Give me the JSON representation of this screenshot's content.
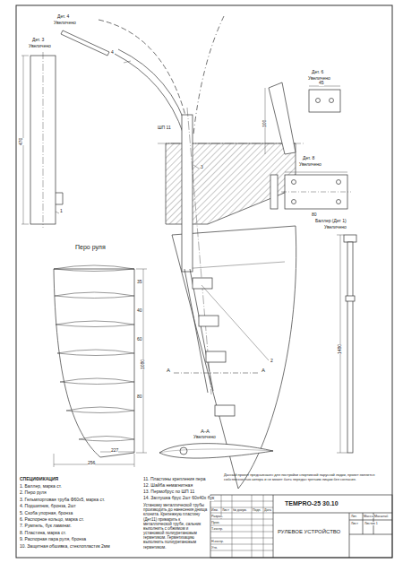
{
  "diagram": {
    "labels": [
      "Дет. 4",
      "Увеличено",
      "Дет. 3",
      "Увеличено",
      "470",
      "1",
      "4",
      "Перо руля",
      "1080",
      "256",
      "227",
      "35",
      "40",
      "60",
      "80",
      "ШП 11",
      "3",
      "2",
      "A",
      "A",
      "А-А",
      "Увеличено",
      "Дет. 6",
      "Увеличено",
      "100",
      "45",
      "Дет. 8",
      "Увеличено",
      "80",
      "Баллер (Дет 1)",
      "Увеличено",
      "1480",
      "СПЕЦИФИКАЦИЯ",
      "1. Баллер, марка ст.",
      "2. Перо руля",
      "3. Гельмпортовая труба Ф60х5, марка ст.",
      "4. Подшипник, бронза, 2шт",
      "5. Скоба упорная, бронза",
      "6. Распорное кольцо, марка ст.",
      "7. Румпель, бук ламинат.",
      "8. Пластина, марка ст.",
      "9. Распорная пара руля, бронза",
      "10. Защитная обшивка, стеклопластик 2мм",
      "11. Пластины крепления пера",
      "12. Шайба немагнитная",
      "13. Пермобрус по ШП 11",
      "14. Заглушка брус 2шт 60х40х бук",
      "Установку металлической трубы производить до нанесения днища клонита. Крепежную пластину (Дет11) приварить к металлической трубе, сальник выполнить с обжимом и установкой полиуретановым герметиком. Герметизацию выполнить полиуретановым герметиком.",
      "Данный проект предназначен для постройки спортивной парусной лодки, проект является собственностью автора и не может быть передан третьим лицам без согласия.",
      "TEMPRO-25 30.10",
      "РУЛЕВОЕ УСТРОЙСТВО",
      "Изм.",
      "Лист",
      "№ докум.",
      "Подп.",
      "Дата",
      "Разраб.",
      "Пров.",
      "Т.контр.",
      "Н.контр.",
      "Утв.",
      "Лит.",
      "Масса",
      "Масштаб",
      "Лист",
      "Листов 1"
    ]
  }
}
